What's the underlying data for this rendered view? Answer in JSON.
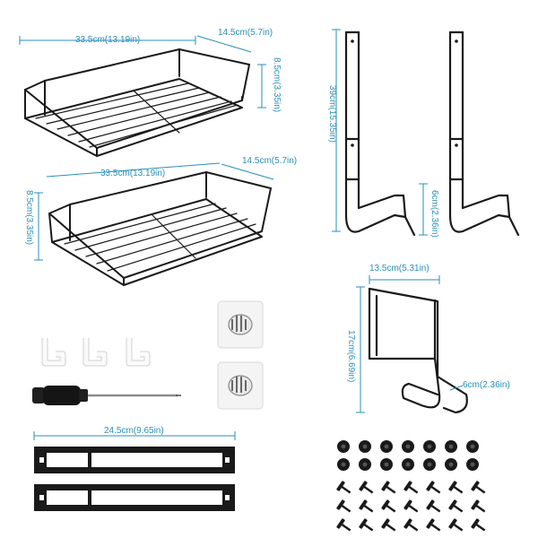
{
  "colors": {
    "background": "#ffffff",
    "dimension": "#2a8fb8",
    "metal": "#1a1a1a",
    "pad": "#f2f2f2"
  },
  "dimensions": {
    "shelf1_width": "33.5cm(13.19in)",
    "shelf1_depth": "14.5cm(5.7in)",
    "shelf1_height": "8.5cm(3.35in)",
    "shelf2_width": "33.5cm(13.19in)",
    "shelf2_depth": "14.5cm(5.7in)",
    "shelf2_height": "8.5cm(3.35in)",
    "hook_height": "39cm(15.35in)",
    "hook_arm": "6cm(2.36in)",
    "holder_width": "13.5cm(5.31in)",
    "holder_height": "17cm(6.69in)",
    "holder_arm": "6cm(2.36in)",
    "bar_length": "24.5cm(9.65in)"
  },
  "parts": {
    "screwdriver": "screwdriver-icon",
    "adhesive_pad": "adhesive-pad-icon",
    "mini_hook": "mini-hook-icon",
    "anchor": "anchor-icon",
    "screw": "screw-icon"
  }
}
